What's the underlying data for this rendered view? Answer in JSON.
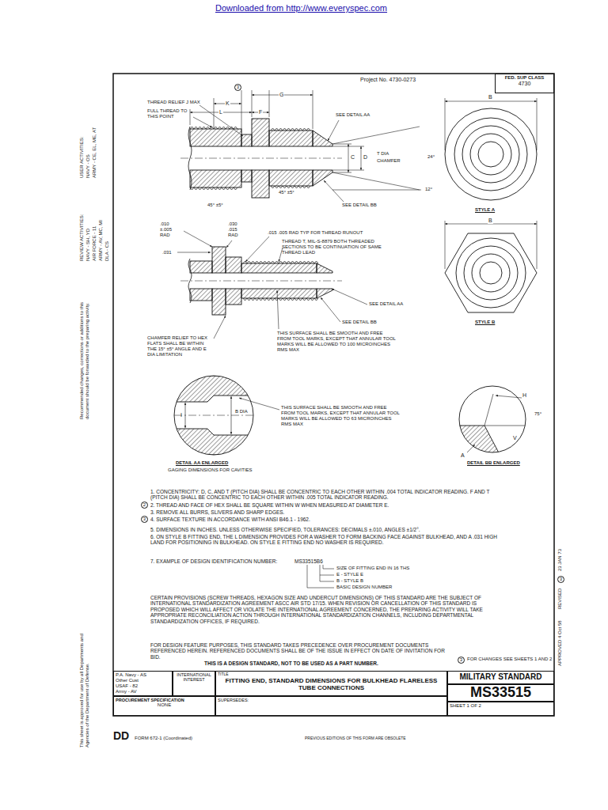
{
  "diagram": {
    "nodes": [
      {
        "text": [
          "FED. SUP CLASS",
          "4730"
        ]
      },
      {
        "text": [
          "P.A. Navy - AS",
          "Other Cust",
          "USAF - 82",
          "Army - AV"
        ]
      },
      {
        "text": [
          "INTERNATIONAL INTEREST"
        ]
      },
      {
        "text": [
          "TITLE",
          "FITTING END, STANDARD DIMENSIONS FOR BULKHEAD FLARELESS TUBE CONNECTIONS"
        ]
      },
      {
        "text": [
          "MILITARY STANDARD"
        ]
      },
      {
        "text": [
          "MS33515"
        ]
      },
      {
        "text": [
          "SHEET 1 OF 2"
        ]
      },
      {
        "text": [
          "PROCUREMENT SPECIFICATION",
          "NONE"
        ]
      },
      {
        "text": [
          "SUPERSEDES:"
        ]
      }
    ],
    "labels": [
      "Downloaded from http://www.everyspec.com",
      "Project No. 4730-0273",
      "THREAD RELIEF J MAX",
      "FULL THREAD TO THIS POINT",
      "3",
      "G",
      "K",
      "L",
      "F",
      "SEE DETAIL AA",
      "C",
      "D",
      "T DIA",
      "CHAMFER",
      "24°",
      "12°",
      "45° ±5°",
      "45° ±5°",
      "SEE DETAIL BB",
      ".010 ±.005 RAD",
      ".030 .015 RAD",
      ".015 .005 RAD TYP FOR THREAD RUNOUT",
      "THREAD T, MIL-S-8879 BOTH THREADED SECTIONS TO BE CONTINUATION OF SAME THREAD LEAD",
      ".031",
      "SEE DETAIL AA",
      "SEE DETAIL BB",
      "THIS SURFACE SHALL BE SMOOTH AND FREE FROM TOOL MARKS, EXCEPT THAT ANNULAR TOOL MARKS WILL BE ALLOWED TO 100 MICROINCHES RMS MAX",
      "CHAMFER RELIEF TO HEX FLATS SHALL BE WITHIN THE 15° ±5° ANGLE AND E DIA LIMITATION",
      "THIS SURFACE SHALL BE SMOOTH AND FREE FROM TOOL MARKS, EXCEPT THAT ANNULAR TOOL MARKS WILL BE ALLOWED TO 63 MICROINCHES RMS MAX",
      "I",
      "B DIA",
      "DETAIL AA ENLARGED",
      "GAGING DIMENSIONS FOR CAVITIES",
      "H",
      "75°",
      "V",
      "A",
      "DETAIL BB ENLARGED",
      "B",
      "STYLE A",
      "B",
      "STYLE B",
      "USER ACTIVITIES:",
      "NAVY - OS",
      "ARMY - CE, EL, ME, AT",
      "REVIEW ACTIVITIES:",
      "NAVY - SH, YD",
      "AIR FORCE - 11",
      "ARMY - AV, MC, MI",
      "DLA - CS",
      "Recommended changes, corrections or additions to this document should be forwarded to the preparing activity.",
      "This sheet is approved for use by all Departments and Agencies of the Department of Defense.",
      "APPROVED 4 Oct 58",
      "REVISED",
      "3",
      "23 JAN 73",
      "1. CONCENTRICITY: D, C, AND T (PITCH DIA) SHALL BE CONCENTRIC TO EACH OTHER WITHIN .004 TOTAL INDICATOR READING. F AND T (PITCH DIA) SHALL BE CONCENTRIC TO EACH OTHER WITHIN .005 TOTAL INDICATOR READING.",
      "2. THREAD AND FACE OF HEX SHALL BE SQUARE WITHIN W WHEN MEASURED AT DIAMETER E.",
      "2",
      "3. REMOVE ALL BURRS, SLIVERS AND SHARP EDGES.",
      "4. SURFACE TEXTURE IN ACCORDANCE WITH ANSI B46.1 - 1962.",
      "3",
      "5. DIMENSIONS IN INCHES. UNLESS OTHERWISE SPECIFIED, TOLERANCES: DECIMALS ±.010, ANGLES ±1/2°.",
      "6. ON STYLE B FITTING END, THE L DIMENSION PROVIDES FOR A WASHER TO FORM BACKING FACE AGAINST BULKHEAD, AND A .031 HIGH LAND FOR POSITIONING IN BULKHEAD. ON STYLE E FITTING END NO WASHER IS REQUIRED.",
      "7. EXAMPLE OF DESIGN IDENTIFICATION NUMBER:",
      "MS33515B6",
      "SIZE OF FITTING END IN 16 THS",
      "E - STYLE E",
      "B - STYLE B",
      "BASIC DESIGN NUMBER",
      "CERTAIN PROVISIONS (SCREW THREADS, HEXAGON SIZE AND UNDERCUT DIMENSIONS) OF THIS STANDARD ARE THE SUBJECT OF INTERNATIONAL STANDARDIZATION AGREEMENT ASCC AIR STD 17/15. WHEN REVISION OR CANCELLATION OF THIS STANDARD IS PROPOSED WHICH WILL AFFECT OR VIOLATE THE INTERNATIONAL AGREEMENT CONCERNED, THE PREPARING ACTIVITY WILL TAKE APPROPRIATE RECONCILIATION ACTION THROUGH INTERNATIONAL STANDARDIZATION CHANNELS, INCLUDING DEPARTMENTAL STANDARDIZATION OFFICES, IF REQUIRED.",
      "FOR DESIGN FEATURE PURPOSES, THIS STANDARD TAKES PRECEDENCE OVER PROCUREMENT DOCUMENTS REFERENCED HEREIN. REFERENCED DOCUMENTS SHALL BE OF THE ISSUE IN EFFECT ON DATE OF INVITATION FOR BID.",
      "THIS IS A DESIGN STANDARD, NOT TO BE USED AS A PART NUMBER.",
      "3",
      "FOR CHANGES SEE SHEETS 1 AND 2",
      "DD",
      "FORM 672-1 (Coordinated)",
      "PREVIOUS EDITIONS OF THIS FORM ARE OBSOLETE"
    ]
  }
}
